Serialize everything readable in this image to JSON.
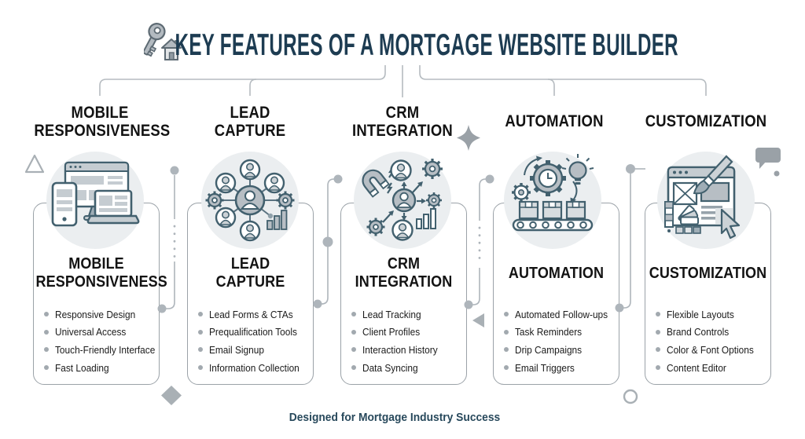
{
  "header": {
    "title": "KEY FEATURES OF A MORTGAGE WEBSITE BUILDER",
    "icon": "key-house-icon"
  },
  "columns": [
    {
      "heading_lines": [
        "MOBILE",
        "RESPONSIVENESS"
      ],
      "icon": "responsive-devices-icon",
      "card": {
        "title_lines": [
          "MOBILE",
          "RESPONSIVENESS"
        ],
        "items": [
          "Responsive Design",
          "Universal Access",
          "Touch-Friendly Interface",
          "Fast Loading"
        ]
      }
    },
    {
      "heading_lines": [
        "LEAD",
        "CAPTURE"
      ],
      "icon": "lead-network-icon",
      "card": {
        "title_lines": [
          "LEAD",
          "CAPTURE"
        ],
        "items": [
          "Lead Forms & CTAs",
          "Prequalification Tools",
          "Email Signup",
          "Information Collection"
        ]
      }
    },
    {
      "heading_lines": [
        "CRM",
        "INTEGRATION"
      ],
      "icon": "crm-magnet-icon",
      "card": {
        "title_lines": [
          "CRM",
          "INTEGRATION"
        ],
        "items": [
          "Lead Tracking",
          "Client Profiles",
          "Interaction History",
          "Data Syncing"
        ]
      }
    },
    {
      "heading_lines": [
        "AUTOMATION"
      ],
      "icon": "automation-conveyor-icon",
      "card": {
        "title_lines": [
          "AUTOMATION"
        ],
        "items": [
          "Automated Follow-ups",
          "Task Reminders",
          "Drip Campaigns",
          "Email Triggers"
        ]
      }
    },
    {
      "heading_lines": [
        "CUSTOMIZATION"
      ],
      "icon": "design-editor-icon",
      "card": {
        "title_lines": [
          "CUSTOMIZATION"
        ],
        "items": [
          "Flexible Layouts",
          "Brand Controls",
          "Color & Font Options",
          "Content Editor"
        ]
      }
    }
  ],
  "footer": {
    "text": "Designed for Mortgage Industry Success"
  },
  "decorations": [
    "triangle-icon",
    "sparkle-icon",
    "speech-bubble-icon",
    "diamond-icon",
    "ring-icon"
  ],
  "colors": {
    "title_navy": "#1d3c52",
    "heading_black": "#131313",
    "card_border": "#9ba2a8",
    "connector_gray": "#aeb5bb",
    "accent_gray": "#a9b0b5",
    "circle_bg": "#ebeef0",
    "icon_stroke": "#42606e",
    "footer_navy": "#28495c"
  }
}
